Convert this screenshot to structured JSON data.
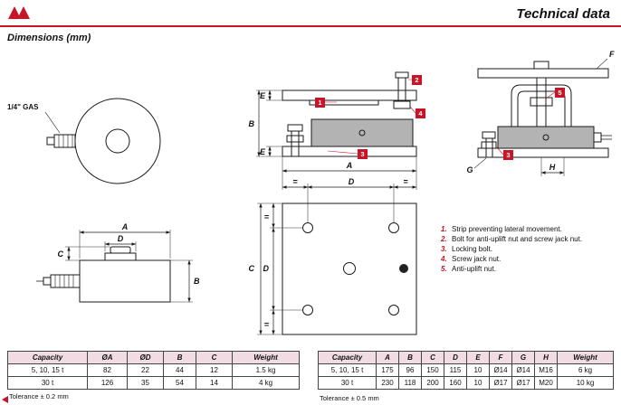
{
  "header": {
    "title": "Technical data"
  },
  "section": {
    "title": "Dimensions (mm)"
  },
  "drawing": {
    "gas_label": "1/4\" GAS",
    "dims": {
      "A": "A",
      "B": "B",
      "C": "C",
      "D": "D",
      "E": "E",
      "F": "F",
      "G": "G",
      "H": "H",
      "eq": "="
    },
    "callouts": {
      "c1": "1",
      "c2": "2",
      "c3": "3",
      "c4": "4",
      "c5": "5"
    }
  },
  "legend": {
    "items": [
      {
        "num": "1.",
        "text": "Strip preventing lateral movement."
      },
      {
        "num": "2.",
        "text": "Bolt for anti-uplift nut and screw jack nut."
      },
      {
        "num": "3.",
        "text": "Locking bolt."
      },
      {
        "num": "4.",
        "text": "Screw jack nut."
      },
      {
        "num": "5.",
        "text": "Anti-uplift nut."
      }
    ]
  },
  "tables": {
    "left": {
      "headers": [
        "Capacity",
        "ØA",
        "ØD",
        "B",
        "C",
        "Weight"
      ],
      "rows": [
        [
          "5, 10, 15 t",
          "82",
          "22",
          "44",
          "12",
          "1.5 kg"
        ],
        [
          "30 t",
          "126",
          "35",
          "54",
          "14",
          "4 kg"
        ]
      ],
      "tolerance": "Tolerance ± 0.2 mm"
    },
    "right": {
      "headers": [
        "Capacity",
        "A",
        "B",
        "C",
        "D",
        "E",
        "F",
        "G",
        "H",
        "Weight"
      ],
      "rows": [
        [
          "5, 10, 15 t",
          "175",
          "96",
          "150",
          "115",
          "10",
          "Ø14",
          "Ø14",
          "M16",
          "6 kg"
        ],
        [
          "30 t",
          "230",
          "118",
          "200",
          "160",
          "10",
          "Ø17",
          "Ø17",
          "M20",
          "10 kg"
        ]
      ],
      "tolerance": "Tolerance ± 0.5 mm"
    }
  },
  "colors": {
    "accent": "#c81428",
    "table_header_bg": "#f2dce4",
    "load_cell_gray": "#b3b3b3"
  }
}
